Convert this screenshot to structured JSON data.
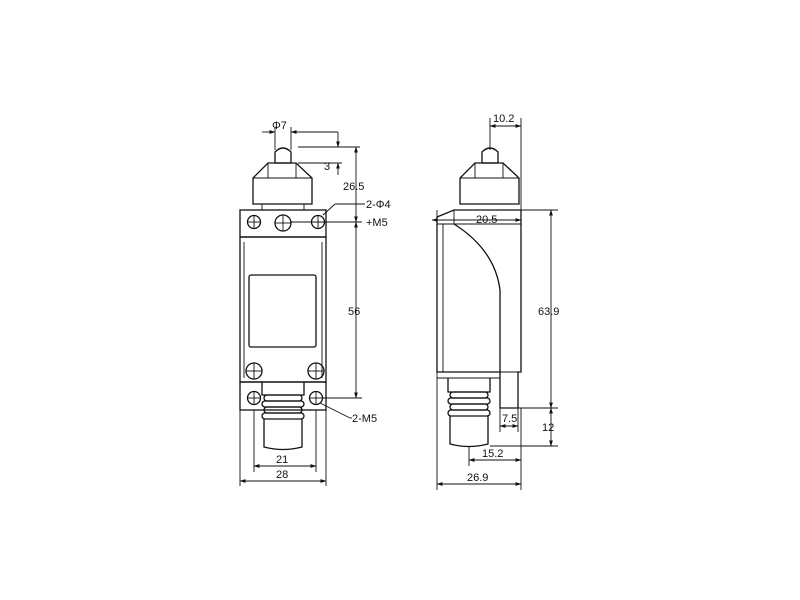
{
  "dimensions": {
    "front": {
      "plunger_diameter": "Φ7",
      "plunger_travel": "3",
      "height_to_mount": "26.5",
      "mount_hole_top": "2-Φ4",
      "mount_screw_top": "+M5",
      "hole_spacing": "56",
      "mount_screw_bottom": "2-M5",
      "hole_pitch": "21",
      "body_width": "28"
    },
    "side": {
      "plunger_offset": "10.2",
      "plunger_to_back": "20.5",
      "overall_height": "63.9",
      "conduit_offset": "7.5",
      "conduit_length": "12",
      "conduit_position": "15.2",
      "body_depth": "26.9"
    }
  }
}
